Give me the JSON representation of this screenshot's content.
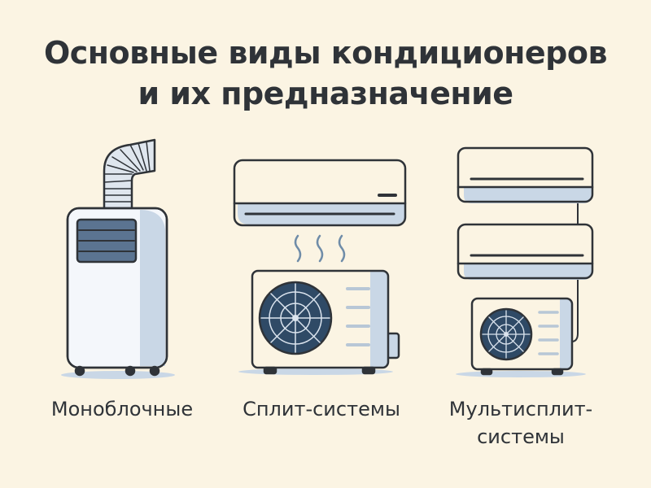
{
  "title": {
    "line1": "Основные виды кондиционеров",
    "line2": "и их предназначение"
  },
  "types": [
    {
      "label": "Моноблочные",
      "icon": "portable-air-conditioner-icon"
    },
    {
      "label": "Сплит-системы",
      "icon": "split-system-icon"
    },
    {
      "label_line1": "Мультисплит-",
      "label_line2": "системы",
      "icon": "multi-split-system-icon"
    }
  ],
  "colors": {
    "background": "#fbf4e3",
    "outline": "#2f3338",
    "unit_body": "#f4f7fb",
    "unit_shade": "#c9d7e6",
    "grille": "#5b7491",
    "fan": "#2f4a66"
  }
}
